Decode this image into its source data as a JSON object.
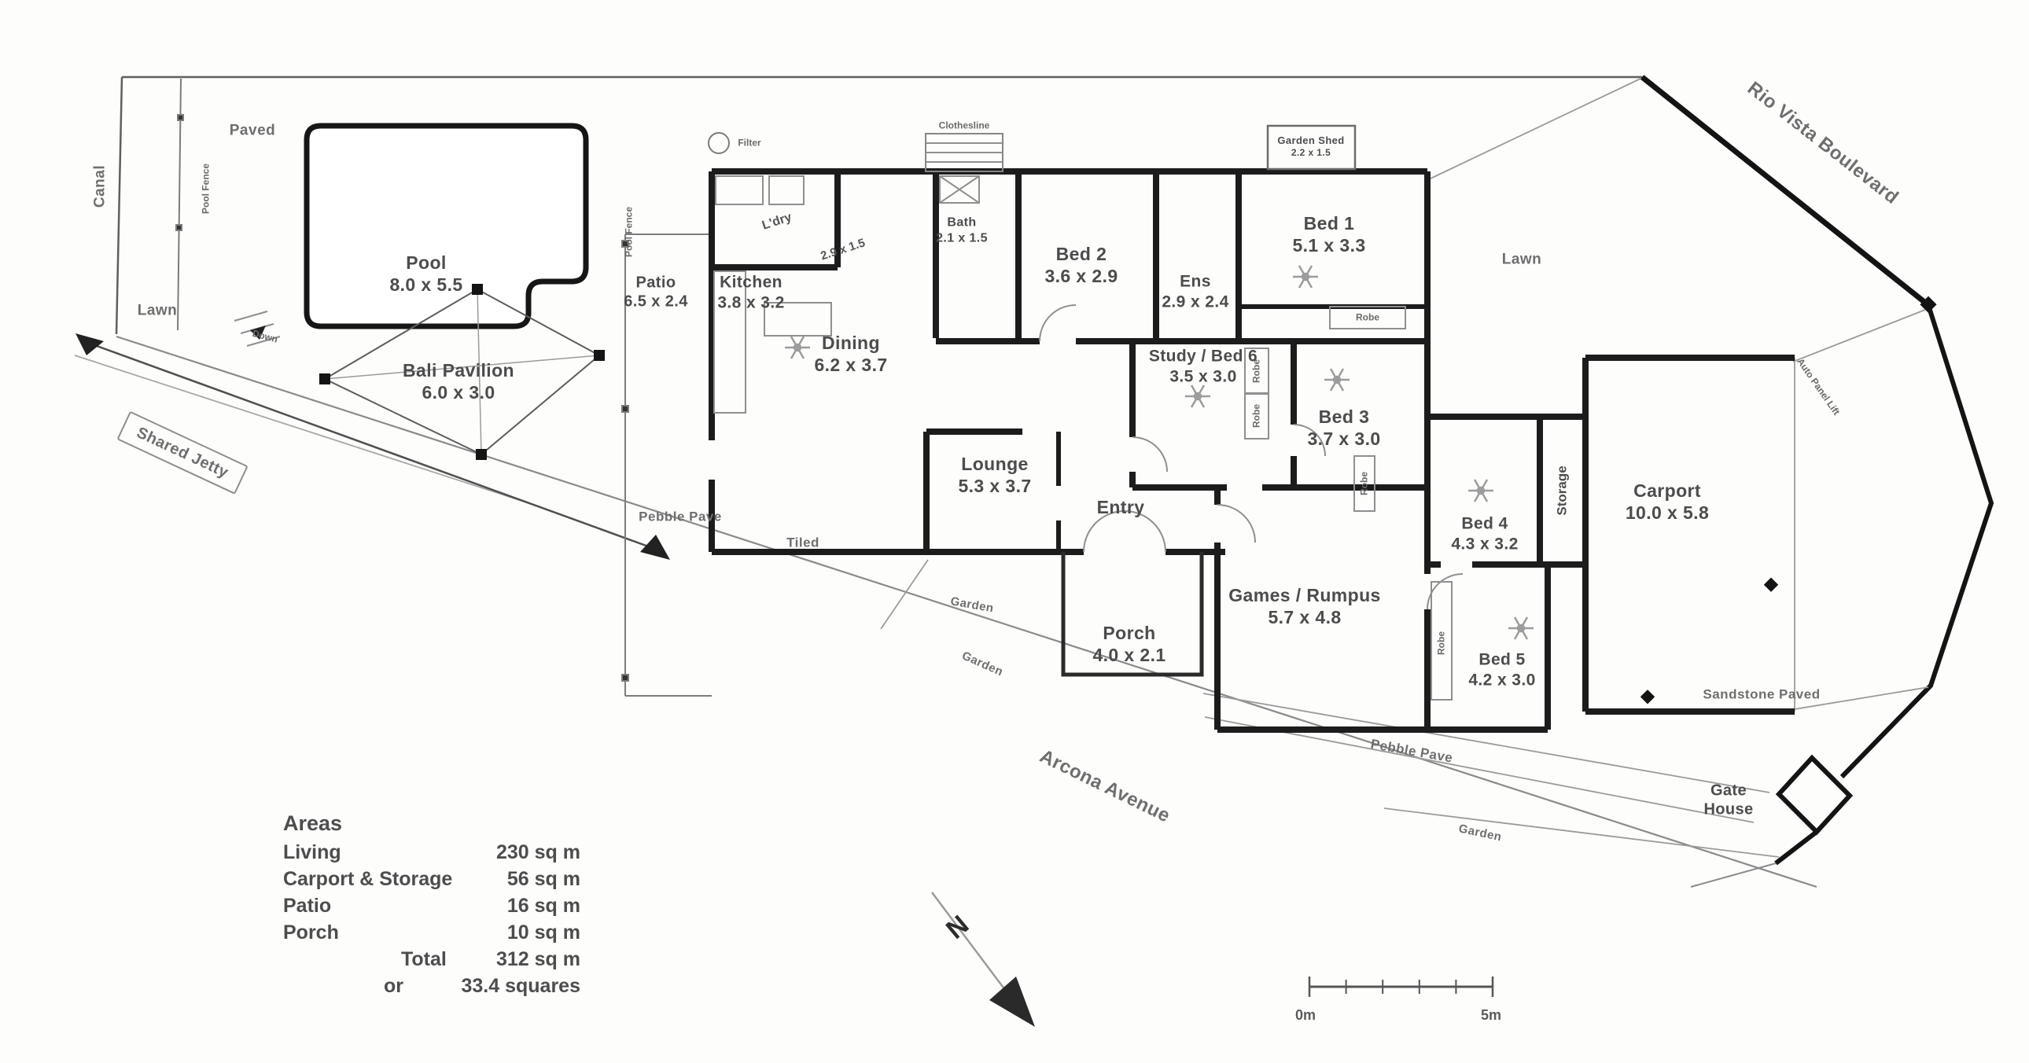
{
  "rooms": {
    "pool": {
      "name": "Pool",
      "dims": "8.0 x 5.5"
    },
    "bali_pavilion": {
      "name": "Bali Pavilion",
      "dims": "6.0 x 3.0"
    },
    "patio": {
      "name": "Patio",
      "dims": "6.5 x 2.4"
    },
    "kitchen": {
      "name": "Kitchen",
      "dims": "3.8 x 3.2"
    },
    "laundry": {
      "name": "L'dry",
      "dims": "2.9 x 1.5"
    },
    "bath": {
      "name": "Bath",
      "dims": "2.1 x 1.5"
    },
    "bed2": {
      "name": "Bed 2",
      "dims": "3.6 x 2.9"
    },
    "ensuite": {
      "name": "Ens",
      "dims": "2.9 x 2.4"
    },
    "bed1": {
      "name": "Bed 1",
      "dims": "5.1 x 3.3"
    },
    "garden_shed": {
      "name": "Garden Shed",
      "dims": "2.2 x 1.5"
    },
    "dining": {
      "name": "Dining",
      "dims": "6.2 x 3.7"
    },
    "study_bed6": {
      "name": "Study / Bed 6",
      "dims": "3.5 x 3.0"
    },
    "bed3": {
      "name": "Bed 3",
      "dims": "3.7 x 3.0"
    },
    "lounge": {
      "name": "Lounge",
      "dims": "5.3 x 3.7"
    },
    "entry": {
      "name": "Entry"
    },
    "games_rumpus": {
      "name": "Games / Rumpus",
      "dims": "5.7 x 4.8"
    },
    "porch": {
      "name": "Porch",
      "dims": "4.0 x 2.1"
    },
    "bed4": {
      "name": "Bed 4",
      "dims": "4.3 x 3.2"
    },
    "storage": {
      "name": "Storage"
    },
    "carport": {
      "name": "Carport",
      "dims": "10.0 x 5.8"
    },
    "bed5": {
      "name": "Bed 5",
      "dims": "4.2 x 3.0"
    },
    "gate_house": {
      "line1": "Gate",
      "line2": "House"
    }
  },
  "site": {
    "canal": "Canal",
    "paved": "Paved",
    "lawn_left": "Lawn",
    "lawn_right": "Lawn",
    "pool_fence_left": "Pool Fence",
    "pool_fence_patio": "Pool Fence",
    "shared_jetty": "Shared Jetty",
    "down": "Down",
    "filter": "Filter",
    "clothesline": "Clothesline",
    "robe": "Robe",
    "pebble_pave_left": "Pebble Pave",
    "tiled": "Tiled",
    "garden_front": "Garden",
    "garden_mid": "Garden",
    "pebble_pave_right": "Pebble Pave",
    "garden_right": "Garden",
    "sandstone_paved": "Sandstone Paved",
    "arcona_avenue": "Arcona Avenue",
    "rio_vista_boulevard": "Rio Vista Boulevard",
    "auto_panel_lift": "Auto Panel Lift"
  },
  "areas_table": {
    "header": "Areas",
    "rows": [
      {
        "label": "Living",
        "value": "230 sq m"
      },
      {
        "label": "Carport & Storage",
        "value": "56 sq m"
      },
      {
        "label": "Patio",
        "value": "16 sq m"
      },
      {
        "label": "Porch",
        "value": "10 sq m"
      }
    ],
    "total_label": "Total",
    "total_value": "312 sq m",
    "or_label": "or",
    "or_value": "33.4 squares"
  },
  "compass": {
    "north": "N"
  },
  "scale_bar": {
    "start": "0m",
    "end": "5m"
  }
}
